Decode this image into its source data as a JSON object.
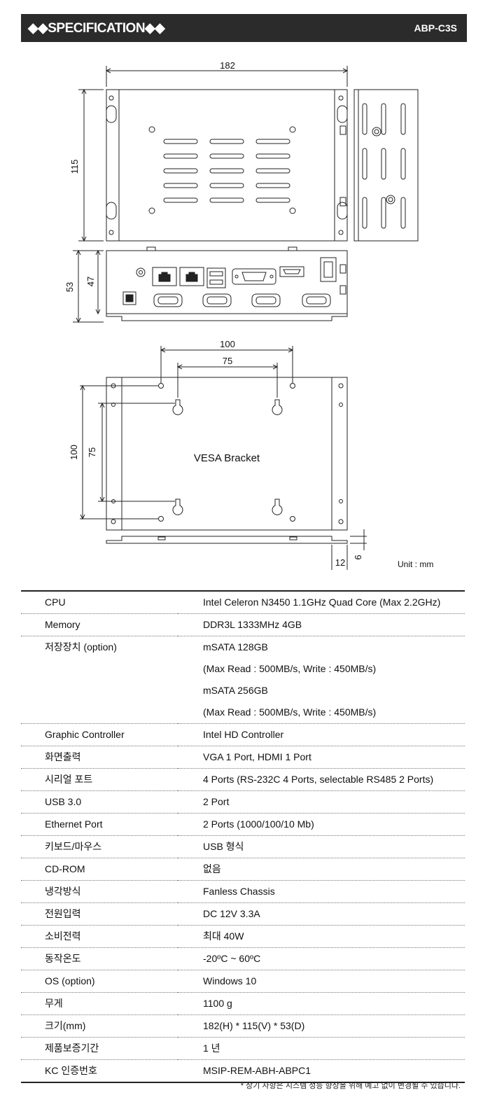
{
  "header": {
    "title": "◆◆SPECIFICATION◆◆",
    "model": "ABP-C3S"
  },
  "drawing": {
    "dim_width": "182",
    "dim_height": "115",
    "dim_front_outer": "53",
    "dim_front_inner": "47",
    "vesa_outer_w": "100",
    "vesa_inner_w": "75",
    "vesa_outer_h": "100",
    "vesa_inner_h": "75",
    "vesa_label": "VESA Bracket",
    "dim_bracket_len": "12",
    "dim_bracket_h": "6",
    "unit": "Unit : mm"
  },
  "specs": [
    {
      "key": "CPU",
      "values": [
        "Intel Celeron N3450 1.1GHz Quad Core (Max 2.2GHz)"
      ]
    },
    {
      "key": "Memory",
      "values": [
        "DDR3L 1333MHz 4GB"
      ]
    },
    {
      "key": "저장장치 (option)",
      "values": [
        "mSATA 128GB",
        "(Max Read : 500MB/s, Write : 450MB/s)",
        "mSATA 256GB",
        "(Max Read : 500MB/s, Write : 450MB/s)"
      ]
    },
    {
      "key": "Graphic Controller",
      "values": [
        "Intel HD Controller"
      ]
    },
    {
      "key": "화면출력",
      "values": [
        "VGA 1 Port, HDMI 1 Port"
      ]
    },
    {
      "key": "시리얼 포트",
      "values": [
        "4 Ports (RS-232C 4 Ports, selectable RS485 2 Ports)"
      ]
    },
    {
      "key": "USB 3.0",
      "values": [
        "2 Port"
      ]
    },
    {
      "key": "Ethernet Port",
      "values": [
        "2 Ports (1000/100/10 Mb)"
      ]
    },
    {
      "key": "키보드/마우스",
      "values": [
        "USB 형식"
      ]
    },
    {
      "key": "CD-ROM",
      "values": [
        "없음"
      ]
    },
    {
      "key": "냉각방식",
      "values": [
        "Fanless Chassis"
      ]
    },
    {
      "key": "전원입력",
      "values": [
        "DC 12V 3.3A"
      ]
    },
    {
      "key": "소비전력",
      "values": [
        "최대 40W"
      ]
    },
    {
      "key": "동작온도",
      "values": [
        "-20ºC ~ 60ºC"
      ]
    },
    {
      "key": "OS (option)",
      "values": [
        "Windows 10"
      ]
    },
    {
      "key": "무게",
      "values": [
        "1100 g"
      ]
    },
    {
      "key": "크기(mm)",
      "values": [
        "182(H) * 115(V) * 53(D)"
      ]
    },
    {
      "key": "제품보증기간",
      "values": [
        "1 년"
      ]
    },
    {
      "key": "KC 인증번호",
      "values": [
        "MSIP-REM-ABH-ABPC1"
      ]
    }
  ],
  "footnote": "* 상기 사항은 시스템 성능 향상을 위해 예고 없이 변경될 수 있습니다."
}
